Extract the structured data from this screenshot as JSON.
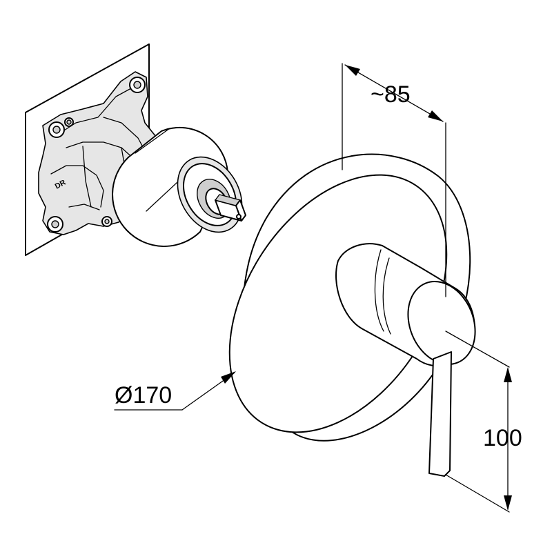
{
  "dimensions": {
    "depth": "~85",
    "diameter": "Ø170",
    "lever_height": "100"
  },
  "housing_logo": "DR"
}
